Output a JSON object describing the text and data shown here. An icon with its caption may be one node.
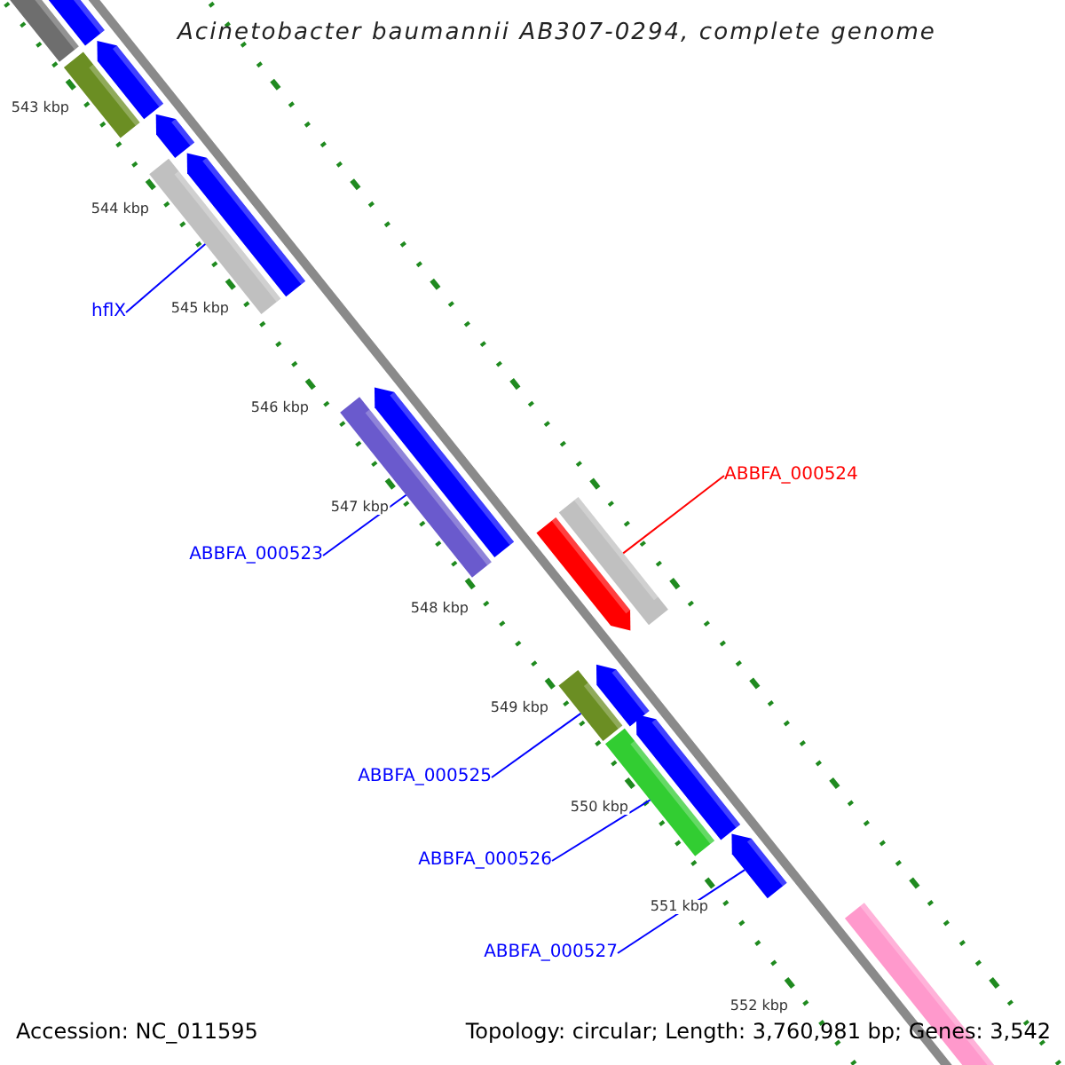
{
  "diagram": {
    "title": "Acinetobacter baumannii AB307-0294, complete genome",
    "nodes": [
      {
        "text": [],
        "shape": "bar"
      },
      {
        "text": [],
        "shape": "arrow"
      },
      {
        "text": [],
        "shape": "bar"
      },
      {
        "text": [],
        "shape": "arrow"
      },
      {
        "text": [],
        "shape": "arrow"
      },
      {
        "text": [],
        "shape": "bar"
      },
      {
        "text": [],
        "shape": "arrow"
      },
      {
        "text": [],
        "shape": "bar"
      },
      {
        "text": [],
        "shape": "arrow"
      },
      {
        "text": [],
        "shape": "arrow"
      },
      {
        "text": [],
        "shape": "bar"
      },
      {
        "text": [],
        "shape": "bar"
      },
      {
        "text": [],
        "shape": "arrow"
      },
      {
        "text": [],
        "shape": "bar"
      },
      {
        "text": [],
        "shape": "arrow"
      },
      {
        "text": [],
        "shape": "arrow"
      },
      {
        "text": [],
        "shape": "bar"
      },
      {
        "text": [
          "hflX"
        ]
      },
      {
        "text": [
          "ABBFA_000524"
        ]
      },
      {
        "text": [
          "ABBFA_000523"
        ]
      },
      {
        "text": [
          "ABBFA_000525"
        ]
      },
      {
        "text": [
          "ABBFA_000526"
        ]
      },
      {
        "text": [
          "ABBFA_000527"
        ]
      }
    ],
    "edges": [
      {
        "from": 17,
        "to": 5,
        "arrow": "none"
      },
      {
        "from": 18,
        "to": 10,
        "arrow": "none",
        "color": "#ff0000"
      },
      {
        "from": 19,
        "to": 7,
        "arrow": "none"
      },
      {
        "from": 20,
        "to": 11,
        "arrow": "none"
      },
      {
        "from": 21,
        "to": 13,
        "arrow": "none"
      },
      {
        "from": 22,
        "to": 15,
        "arrow": "none"
      }
    ],
    "labels": [
      "543 kbp",
      "544 kbp",
      "545 kbp",
      "546 kbp",
      "547 kbp",
      "548 kbp",
      "549 kbp",
      "550 kbp",
      "551 kbp",
      "552 kbp",
      "Accession: NC_011595",
      "Topology: circular; Length: 3,760,981 bp; Genes: 3,542"
    ]
  }
}
